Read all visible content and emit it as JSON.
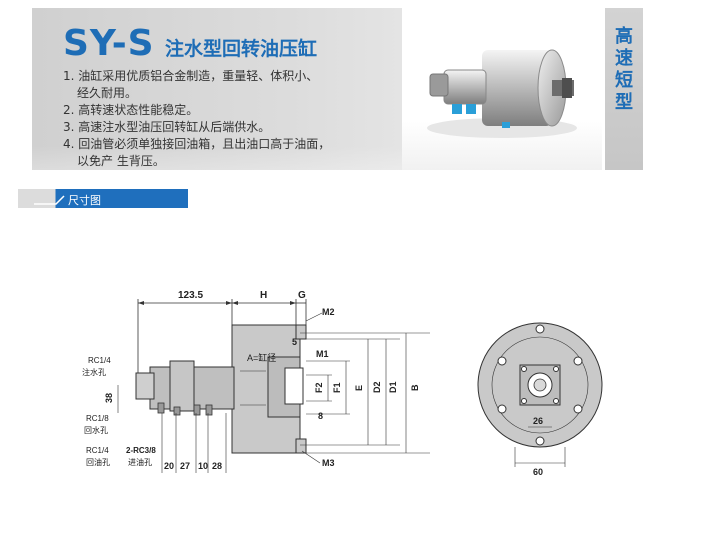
{
  "header": {
    "model": "SY-S",
    "subtitle": "注水型回转油压缸",
    "features": [
      "1. 油缸采用优质铝合金制造，重量轻、体积小、",
      "    经久耐用。",
      "2. 高转速状态性能稳定。",
      "3. 高速注水型油压回转缸从后端供水。",
      "4. 回油管必须单独接回油箱，且出油口高于油面，",
      "    以免产 生背压。"
    ]
  },
  "side_tab": {
    "chars": [
      "高",
      "速",
      "短",
      "型"
    ]
  },
  "section": {
    "title": "尺寸图"
  },
  "drawing": {
    "top_dims": {
      "len": "123.5",
      "h": "H",
      "g": "G"
    },
    "labels": {
      "m2": "M2",
      "five": "5",
      "a_bore": "A=缸径",
      "m1": "M1",
      "f2": "F2",
      "f1": "F1",
      "e": "E",
      "d2": "D2",
      "d1": "D1",
      "b": "B",
      "eight": "8",
      "m3": "M3",
      "thirty_eight": "38"
    },
    "ports": {
      "water_size": "RC1/4",
      "water_name": "注水孔",
      "ret_size": "RC1/8",
      "ret_name": "回水孔",
      "oil_ret_size": "RC1/4",
      "oil_ret_name": "回油孔",
      "oil_in_size": "2-RC3/8",
      "oil_in_name": "进油孔"
    },
    "bottom_dims": [
      "20",
      "27",
      "10",
      "28"
    ],
    "front_dims": {
      "d26": "26",
      "d60": "60"
    }
  }
}
